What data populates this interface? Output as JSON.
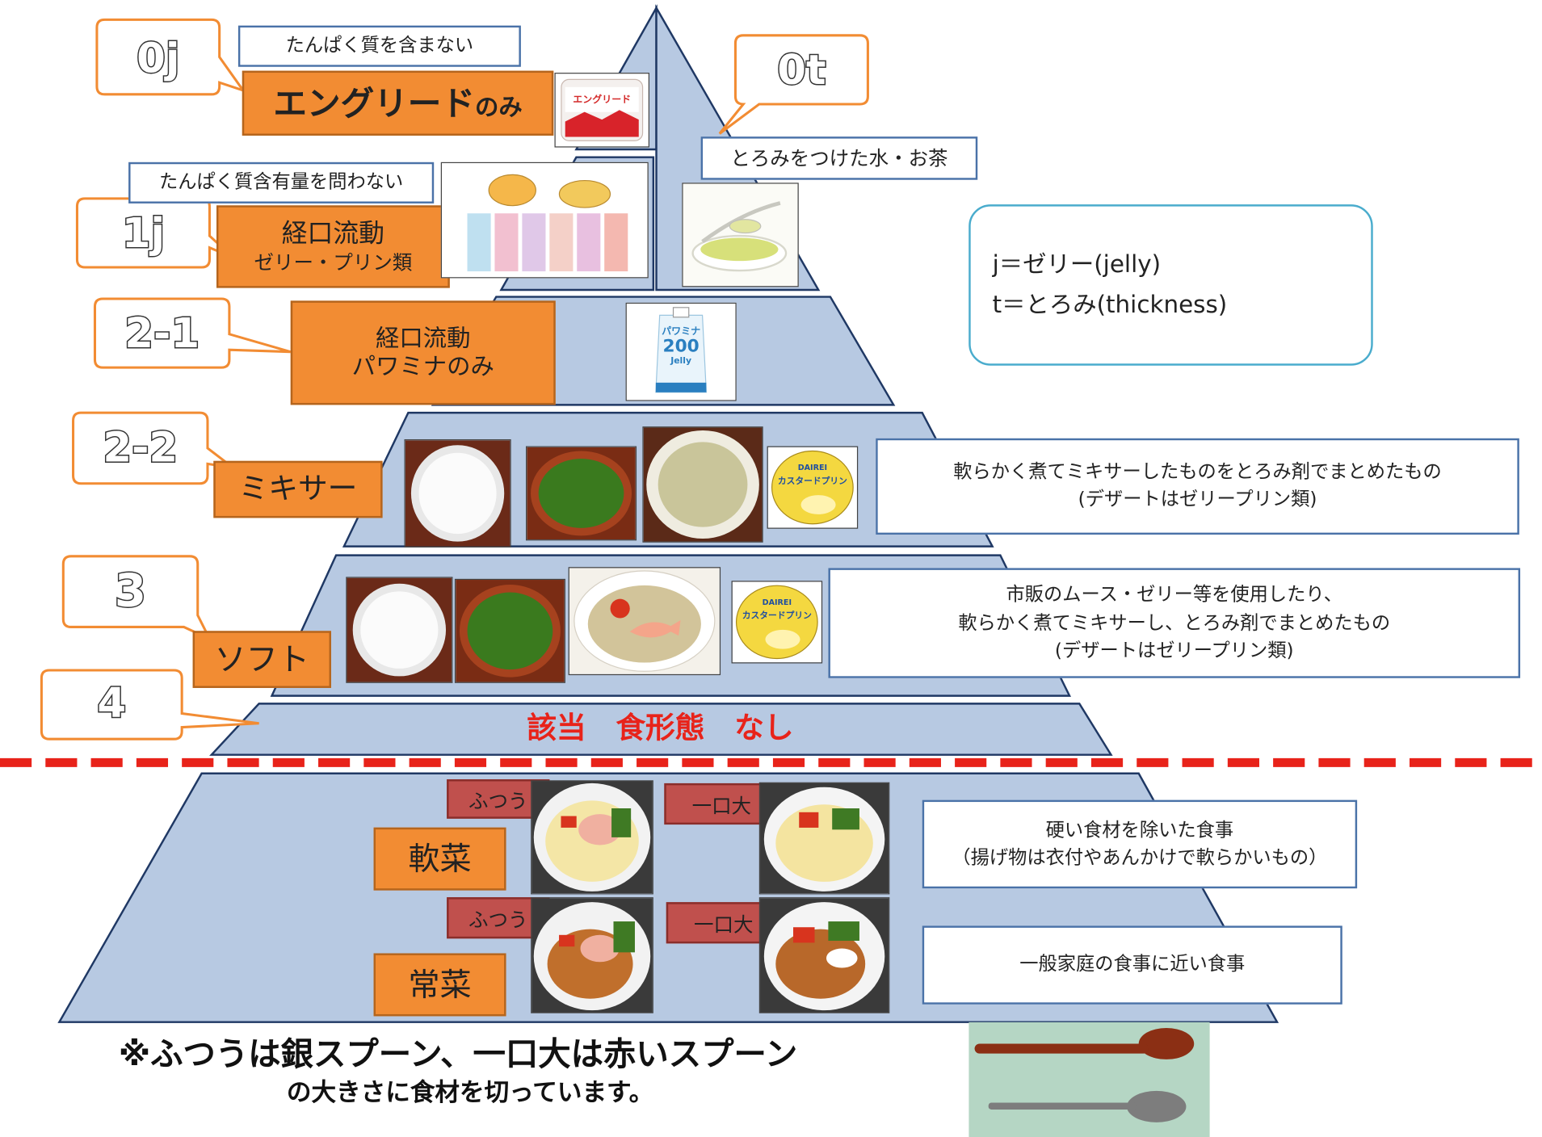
{
  "levels": {
    "l0j": {
      "code": "0j",
      "note": "たんぱく質を含まない",
      "name_main": "エングリード",
      "name_suffix": "のみ"
    },
    "l0t": {
      "code": "0t",
      "note": "とろみをつけた水・お茶"
    },
    "l1j": {
      "code": "1j",
      "note": "たんぱく質含有量を問わない",
      "name_line1": "経口流動",
      "name_line2": "ゼリー・プリン類"
    },
    "l21": {
      "code": "2-1",
      "name_line1": "経口流動",
      "name_line2": "パワミナのみ"
    },
    "l22": {
      "code": "2-2",
      "name": "ミキサー",
      "desc_line1": "軟らかく煮てミキサーしたものをとろみ剤でまとめたもの",
      "desc_line2": "(デザートはゼリープリン類)"
    },
    "l3": {
      "code": "3",
      "name": "ソフト",
      "desc_line1": "市販のムース・ゼリー等を使用したり、",
      "desc_line2": "軟らかく煮てミキサーし、とろみ剤でまとめたもの",
      "desc_line3": "(デザートはゼリープリン類)"
    },
    "l4": {
      "code": "4",
      "text": "該当　食形態　なし"
    }
  },
  "legend": {
    "line1": "j＝ゼリー(jelly)",
    "line2": "t＝とろみ(thickness)"
  },
  "lower": {
    "soft": {
      "name": "軟菜",
      "desc_line1": "硬い食材を除いた食事",
      "desc_line2": "（揚げ物は衣付やあんかけで軟らかいもの）"
    },
    "regular": {
      "name": "常菜",
      "desc": "一般家庭の食事に近い食事"
    },
    "tag_normal": "ふつう",
    "tag_bite": "一口大"
  },
  "product_labels": {
    "engrid": "エングリード",
    "powamina_line1": "パワミナ",
    "powamina_line2": "200",
    "powamina_line3": "Jelly",
    "pudding_brand": "DAIREI",
    "pudding_name": "カスタードプリン"
  },
  "footnote": {
    "line1": "※ふつうは銀スプーン、一口大は赤いスプーン",
    "line2": "の大きさに食材を切っています。"
  },
  "colors": {
    "tier_fill": "#b7c9e2",
    "tier_stroke": "#1f3864",
    "orange": "#f28c33",
    "red_tag": "#c0504d",
    "red_text": "#e8231a",
    "teal_border": "#4aaccd",
    "blue_border": "#4a72a8"
  }
}
